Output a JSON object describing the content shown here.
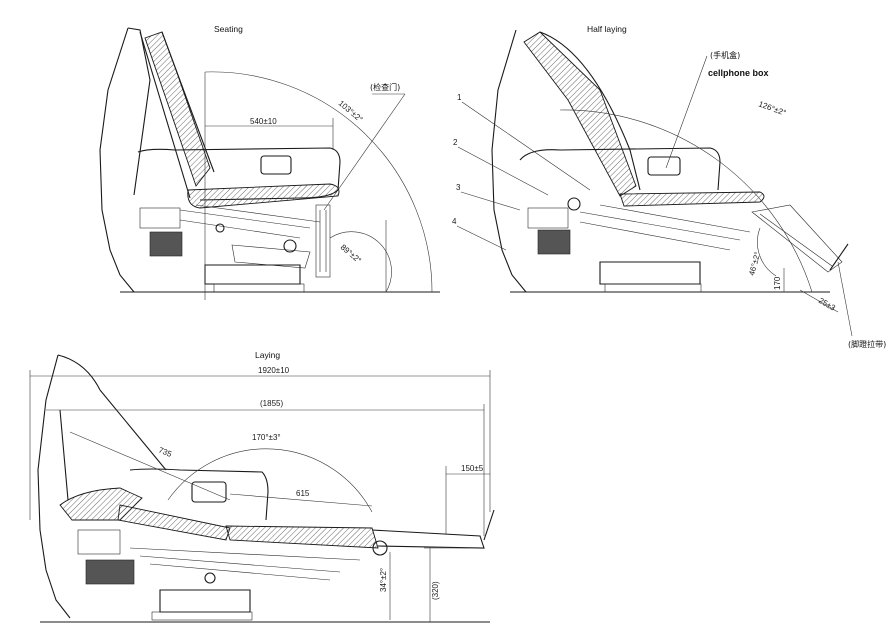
{
  "views": {
    "seating": {
      "title": "Seating",
      "dim_width": "540±10",
      "angle_back": "103°±2°",
      "angle_base": "89°±2°",
      "label_inspection_door": "(检查门)"
    },
    "half_laying": {
      "title": "Half laying",
      "label_cellphone_cn": "(手机盒)",
      "label_cellphone_en": "cellphone box",
      "angle_back": "126°±2°",
      "angle_leg": "46°±2°",
      "dim_170": "170",
      "dim_25": "25±3",
      "label_foot_strap": "(脚蹬拉带)",
      "callouts": [
        "1",
        "2",
        "3",
        "4"
      ]
    },
    "laying": {
      "title": "Laying",
      "dim_overall": "1920±10",
      "dim_inner": "(1855)",
      "dim_735": "735",
      "angle_flat": "170°±3°",
      "dim_615": "615",
      "dim_150": "150±5",
      "angle_34": "34°±2°",
      "dim_320": "(320)"
    }
  }
}
